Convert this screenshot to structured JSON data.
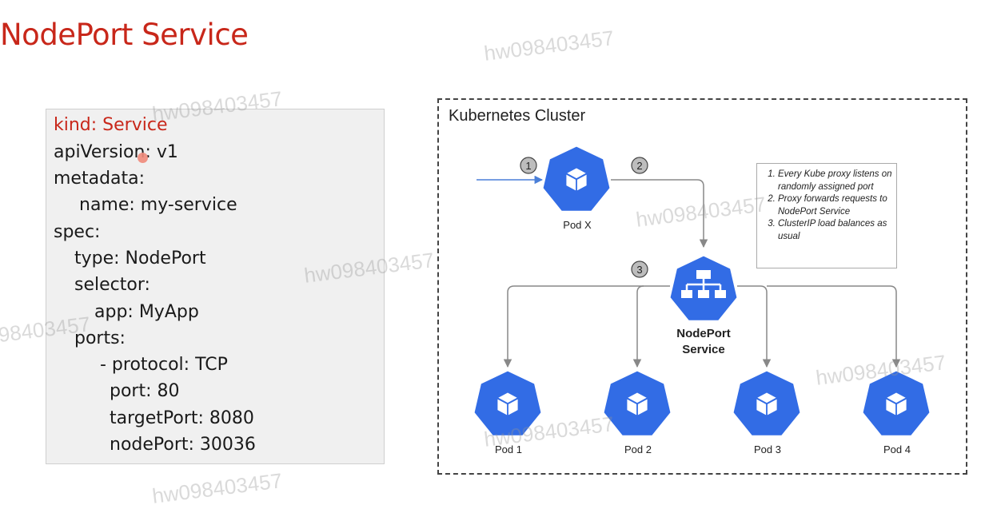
{
  "title": "NodePort Service",
  "yaml": {
    "kind_line": "kind: Service",
    "lines": [
      "apiVersion: v1",
      "metadata:",
      "name: my-service",
      "spec:",
      "type: NodePort",
      "selector:",
      "app: MyApp",
      "ports:",
      "- protocol: TCP",
      "port: 80",
      "targetPort: 8080",
      "nodePort: 30036"
    ]
  },
  "cluster": {
    "label": "Kubernetes Cluster",
    "pod_x": "Pod X",
    "service_line1": "NodePort",
    "service_line2": "Service",
    "pods": [
      "Pod 1",
      "Pod 2",
      "Pod 3",
      "Pod 4"
    ],
    "steps": [
      "1",
      "2",
      "3"
    ]
  },
  "notes": [
    "Every Kube proxy listens on randomly assigned port",
    "Proxy forwards requests to NodePort Service",
    "ClusterIP load balances as usual"
  ],
  "watermark": "hw098403457",
  "colors": {
    "title": "#c8271a",
    "k8s_blue": "#326ce5",
    "step_badge": "#bdbdbd",
    "arrow_blue": "#4a7fd8"
  },
  "icons": {
    "pod": "cube-icon",
    "service": "hierarchy-icon"
  }
}
